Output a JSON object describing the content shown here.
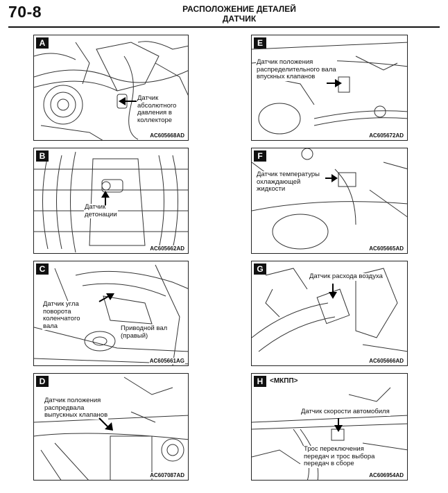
{
  "header": {
    "page_number": "70-8",
    "title": "РАСПОЛОЖЕНИЕ ДЕТАЛЕЙ",
    "subtitle": "ДАТЧИК"
  },
  "panels": {
    "A": {
      "letter": "A",
      "code": "AC605668AD",
      "label": [
        "Датчик",
        "абсолютного",
        "давления в",
        "коллекторе"
      ]
    },
    "B": {
      "letter": "B",
      "code": "AC605662AD",
      "label": [
        "Датчик",
        "детонации"
      ]
    },
    "C": {
      "letter": "C",
      "code": "AC605661AG",
      "label": [
        "Датчик угла",
        "поворота",
        "коленчатого",
        "вала"
      ],
      "label2": [
        "Приводной вал",
        "(правый)"
      ]
    },
    "D": {
      "letter": "D",
      "code": "AC607087AD",
      "label": [
        "Датчик положения",
        "распредвала",
        "выпускных клапанов"
      ]
    },
    "E": {
      "letter": "E",
      "code": "AC605672AD",
      "label": [
        "Датчик положения",
        "распределительного вала",
        "впускных клапанов"
      ]
    },
    "F": {
      "letter": "F",
      "code": "AC605665AD",
      "label": [
        "Датчик температуры",
        "охлаждающей",
        "жидкости"
      ]
    },
    "G": {
      "letter": "G",
      "code": "AC605666AD",
      "label": [
        "Датчик расхода воздуха"
      ]
    },
    "H": {
      "letter": "H",
      "code": "AC606954AD",
      "tag": "<МКПП>",
      "label": [
        "Датчик скорости автомобиля"
      ],
      "label2": [
        "Трос переключения",
        "передач и трос выбора",
        "передач в сборе"
      ]
    }
  }
}
